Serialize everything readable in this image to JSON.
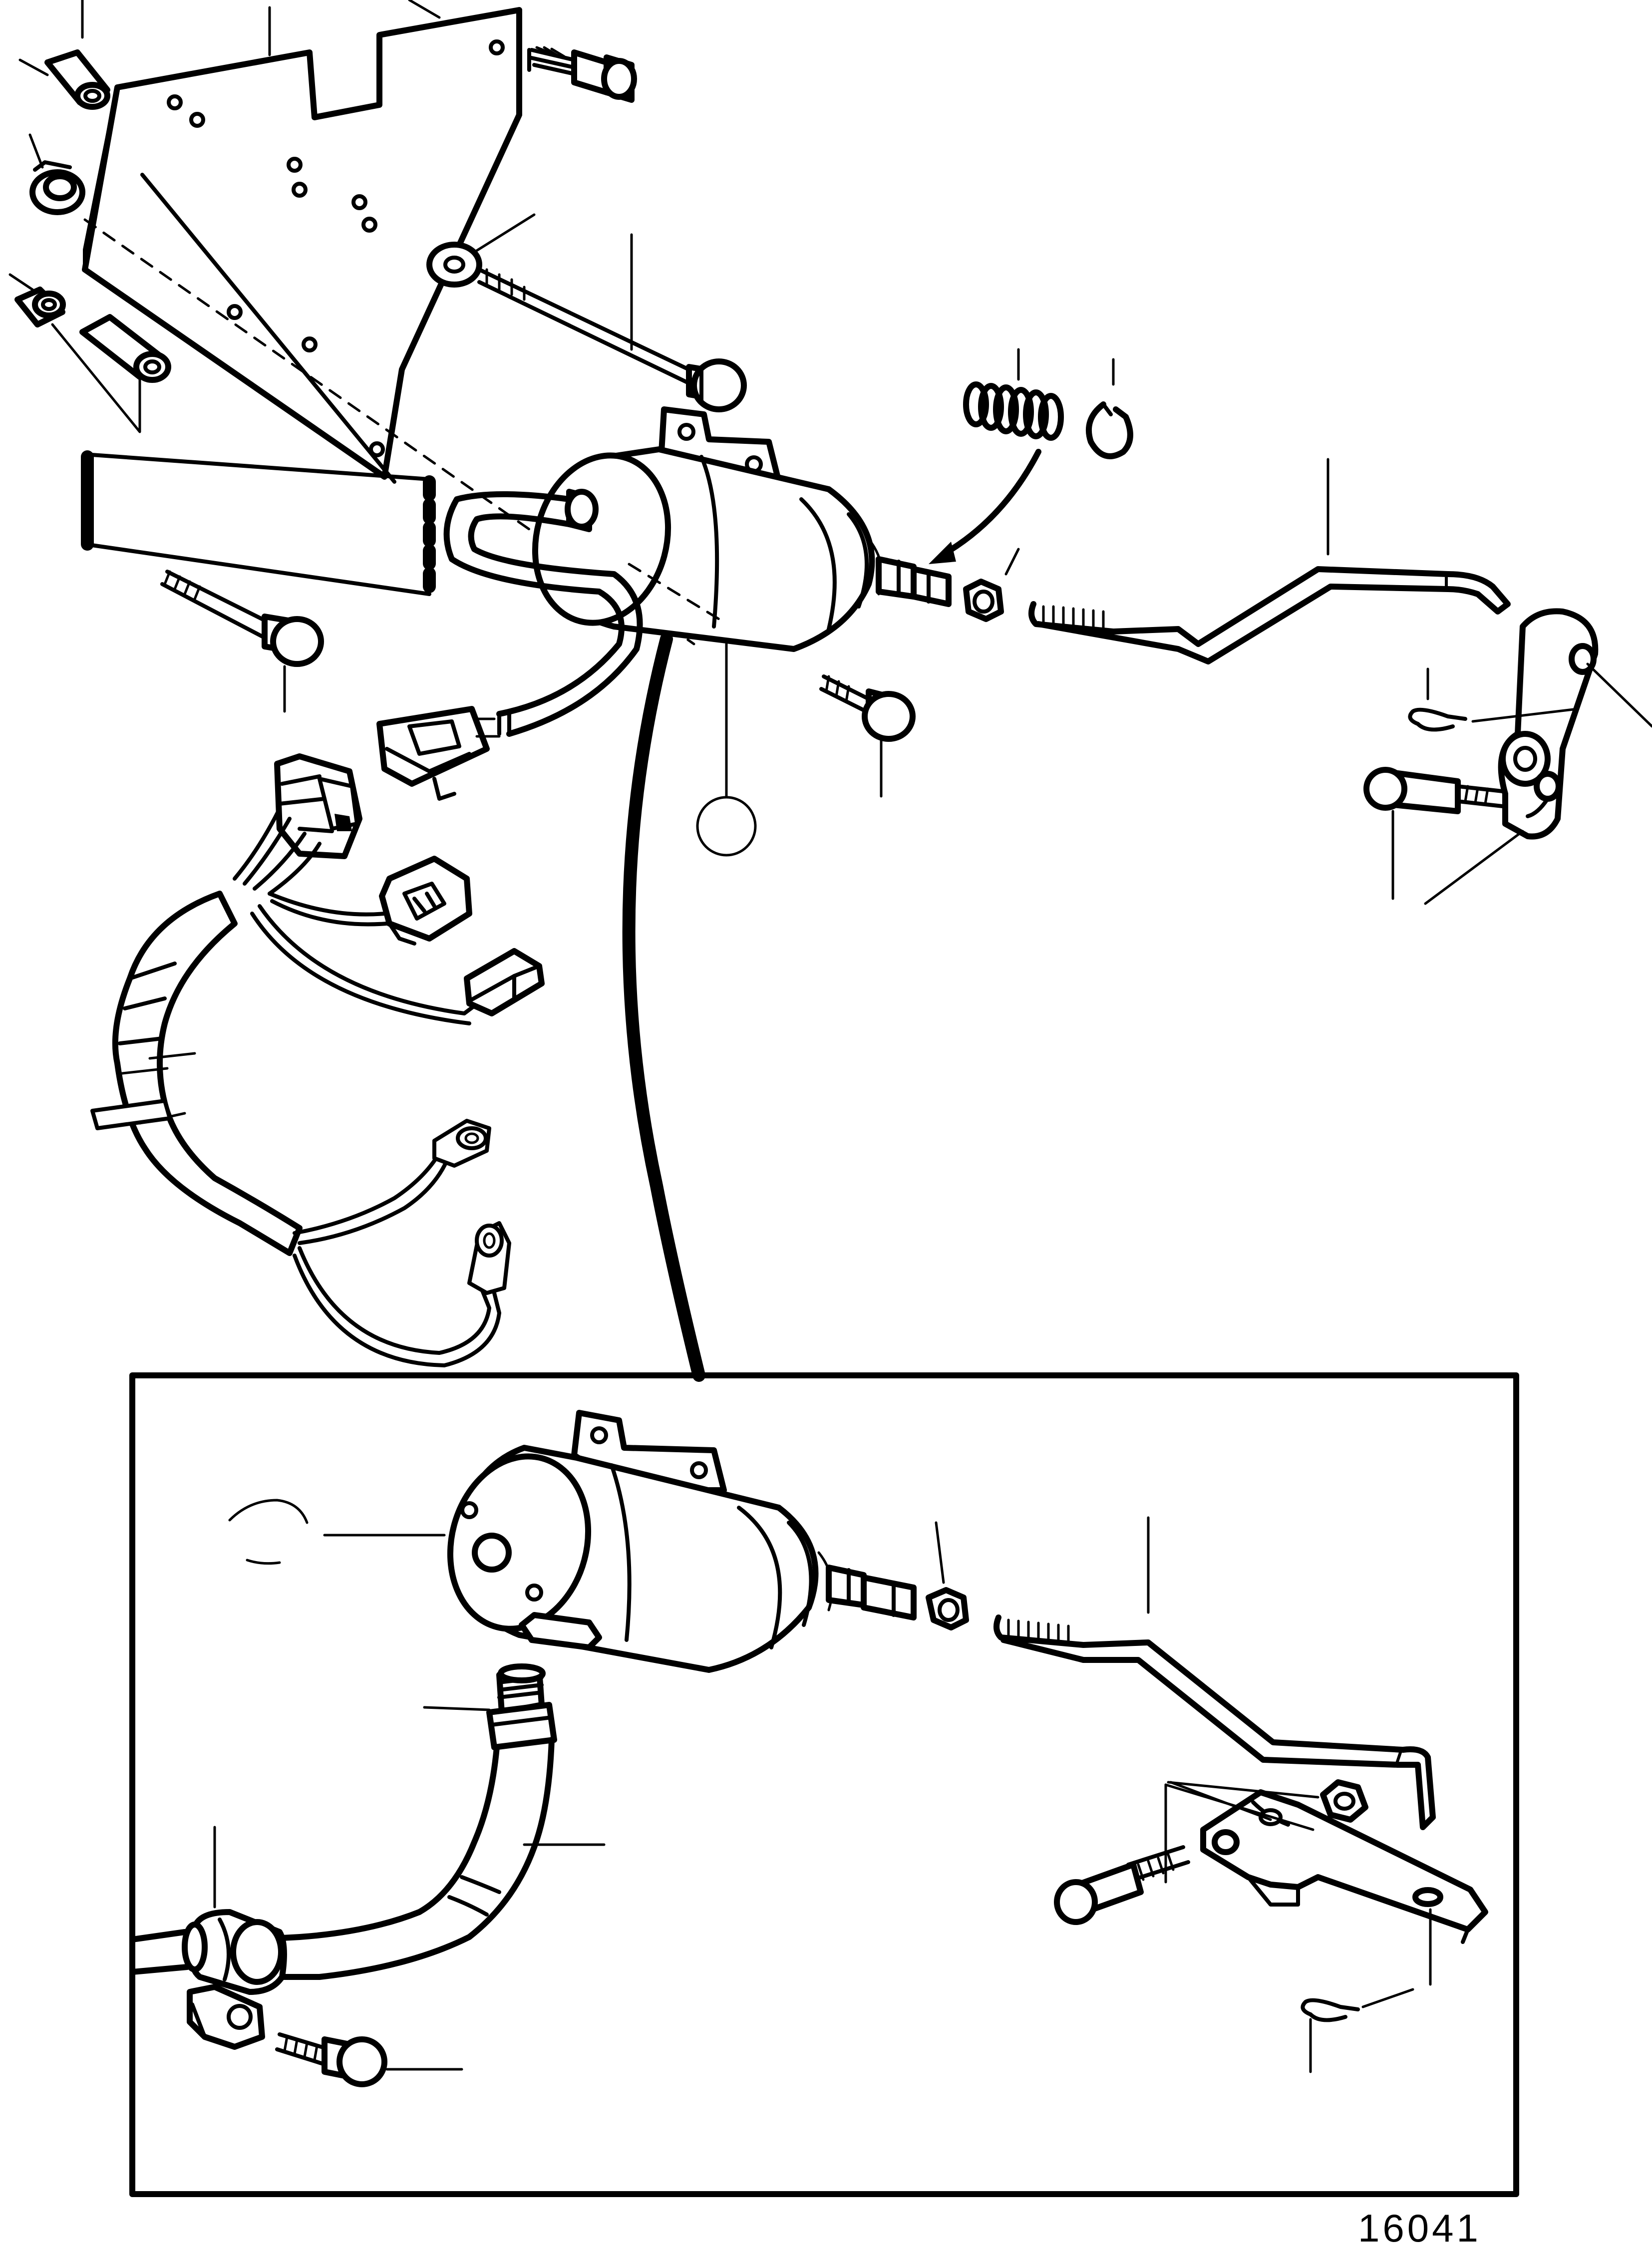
{
  "figure": {
    "number": "16041"
  },
  "colors": {
    "ink": "#000000",
    "paper": "#ffffff"
  },
  "callout_circles": [
    "main-assembly-callout-circle",
    "detail-view-callout-circle"
  ]
}
